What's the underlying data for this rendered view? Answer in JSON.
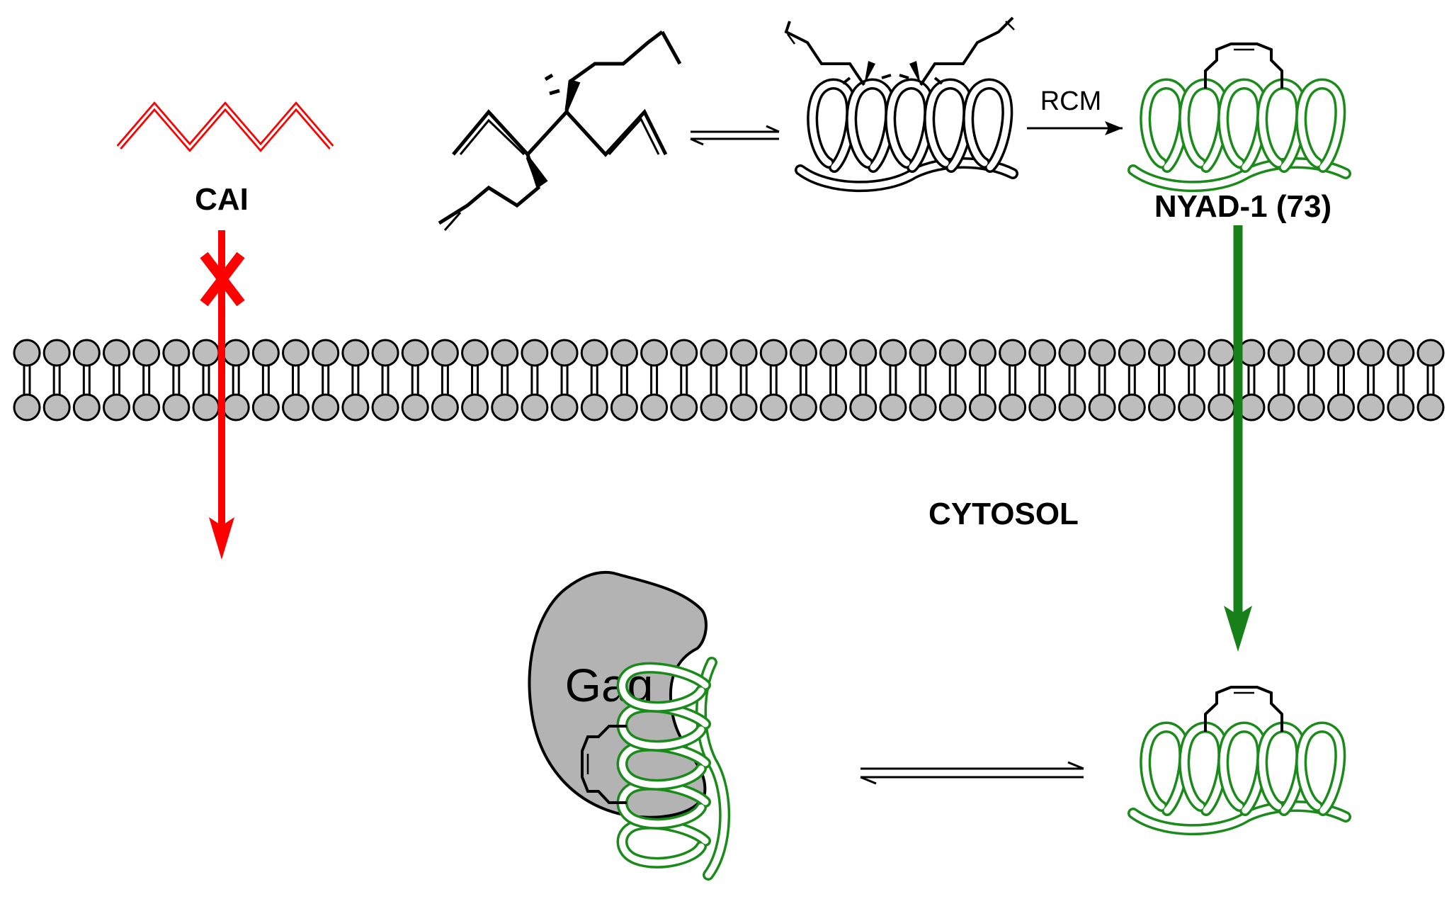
{
  "labels": {
    "cai": "CAI",
    "nyad": "NYAD-1 (73)",
    "rcm": "RCM",
    "cytosol": "CYTOSOL",
    "gag": "Gag"
  },
  "colors": {
    "red": "#ff0000",
    "green": "#1a8a1a",
    "arrow_green": "#188018",
    "lipid_head": "#bdbdbd",
    "gag_fill": "#b3b3b3",
    "black": "#000000"
  },
  "membrane": {
    "lipid_count": 48
  }
}
